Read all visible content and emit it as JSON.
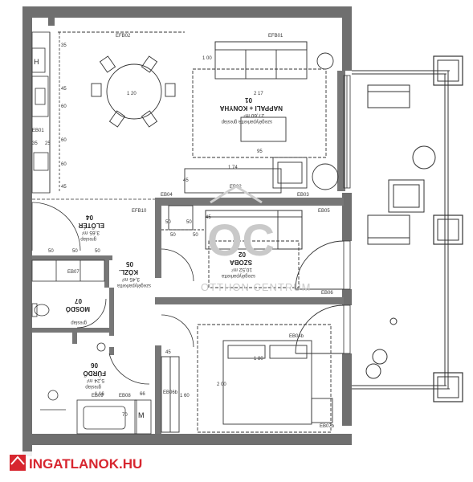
{
  "rooms": [
    {
      "num": "01",
      "name": "NAPPALI + KONYHA",
      "area": "27,60 m²",
      "sub": "szegélyparketta greslap"
    },
    {
      "num": "02",
      "name": "SZOBA",
      "area": "10,52 m²",
      "sub": "szegélyparketta"
    },
    {
      "num": "04",
      "name": "ELŐTÉR",
      "area": "3,65 m²",
      "sub": "greslap"
    },
    {
      "num": "05",
      "name": "KÖZL.",
      "area": "3,45 m²",
      "sub": "szegélyparketta"
    },
    {
      "num": "06",
      "name": "FÜRDŐ",
      "area": "5,24 m²",
      "sub": "greslap"
    },
    {
      "num": "07",
      "name": "MOSDÓ",
      "area": "",
      "sub": "greslap"
    }
  ],
  "codes": [
    "EFB02",
    "EFB01",
    "EB01",
    "EB04",
    "EB02",
    "EB03",
    "EB05",
    "EFB10",
    "EB07",
    "EB06",
    "EB09",
    "EB08",
    "EB04b",
    "EB06b",
    "EB07b"
  ],
  "dimensions": {
    "table": "1 20",
    "kitchen": [
      "35",
      "45",
      "60",
      "60",
      "60",
      "45",
      "35",
      "25"
    ],
    "sofa_w": "2 17",
    "sofa_d": "1 00",
    "living_small": "95",
    "living_w2": "1 74",
    "living_45": "45",
    "bed": "1 80",
    "bed_len": "2 00",
    "bed_45": "45",
    "wardrobe": "1 60",
    "bath_w": "1 16",
    "bath_66": "66",
    "bath_70": "70",
    "room_45": "45",
    "room_dims": [
      "50",
      "50",
      "50",
      "50"
    ],
    "entry": [
      "50",
      "50",
      "50"
    ]
  },
  "letters": {
    "h": "H",
    "m": "M"
  },
  "watermark": {
    "logo": "OC",
    "line": "OTTHON CENTRUM",
    "footer": "INGATLANOK.HU"
  },
  "colors": {
    "wall": "#6f6f6f",
    "wall_dark": "#555555",
    "line": "#333333",
    "footer_red": "#d7262f"
  }
}
